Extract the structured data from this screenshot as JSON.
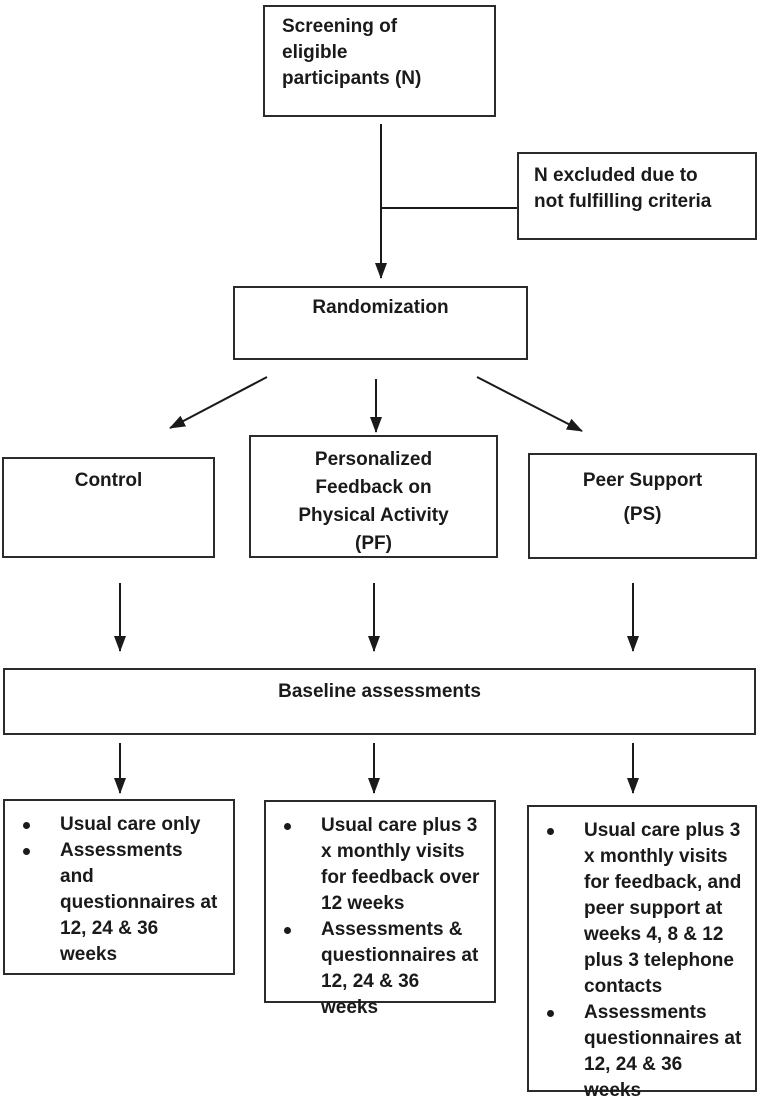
{
  "flowchart": {
    "screening_box": {
      "label": "Screening of\neligible\nparticipants (N)"
    },
    "excluded_box": {
      "label": "N excluded due to\nnot fulfilling criteria"
    },
    "randomization_box": {
      "label": "Randomization"
    },
    "arms": {
      "control_box": {
        "label": "Control"
      },
      "pf_box": {
        "label": "Personalized\nFeedback on\nPhysical Activity\n(PF)"
      },
      "ps_box": {
        "line1": "Peer Support",
        "line2": "(PS)"
      }
    },
    "baseline_box": {
      "label": "Baseline assessments"
    },
    "details": {
      "control": {
        "bullets": [
          "Usual care only",
          "Assessments\nand\nquestionnaires at\n12, 24 & 36\nweeks"
        ]
      },
      "pf": {
        "bullets": [
          "Usual care plus 3\nx monthly visits\nfor feedback over\n12 weeks",
          "Assessments &\nquestionnaires at\n12, 24 & 36\nweeks"
        ]
      },
      "ps": {
        "bullets": [
          "Usual care plus 3\nx monthly visits\nfor feedback, and\npeer support at\nweeks 4, 8 & 12\nplus 3 telephone\ncontacts",
          "Assessments\nquestionnaires at\n12, 24 & 36\nweeks"
        ]
      }
    },
    "colors": {
      "ink": "#1a1a1a",
      "background": "#ffffff"
    }
  }
}
